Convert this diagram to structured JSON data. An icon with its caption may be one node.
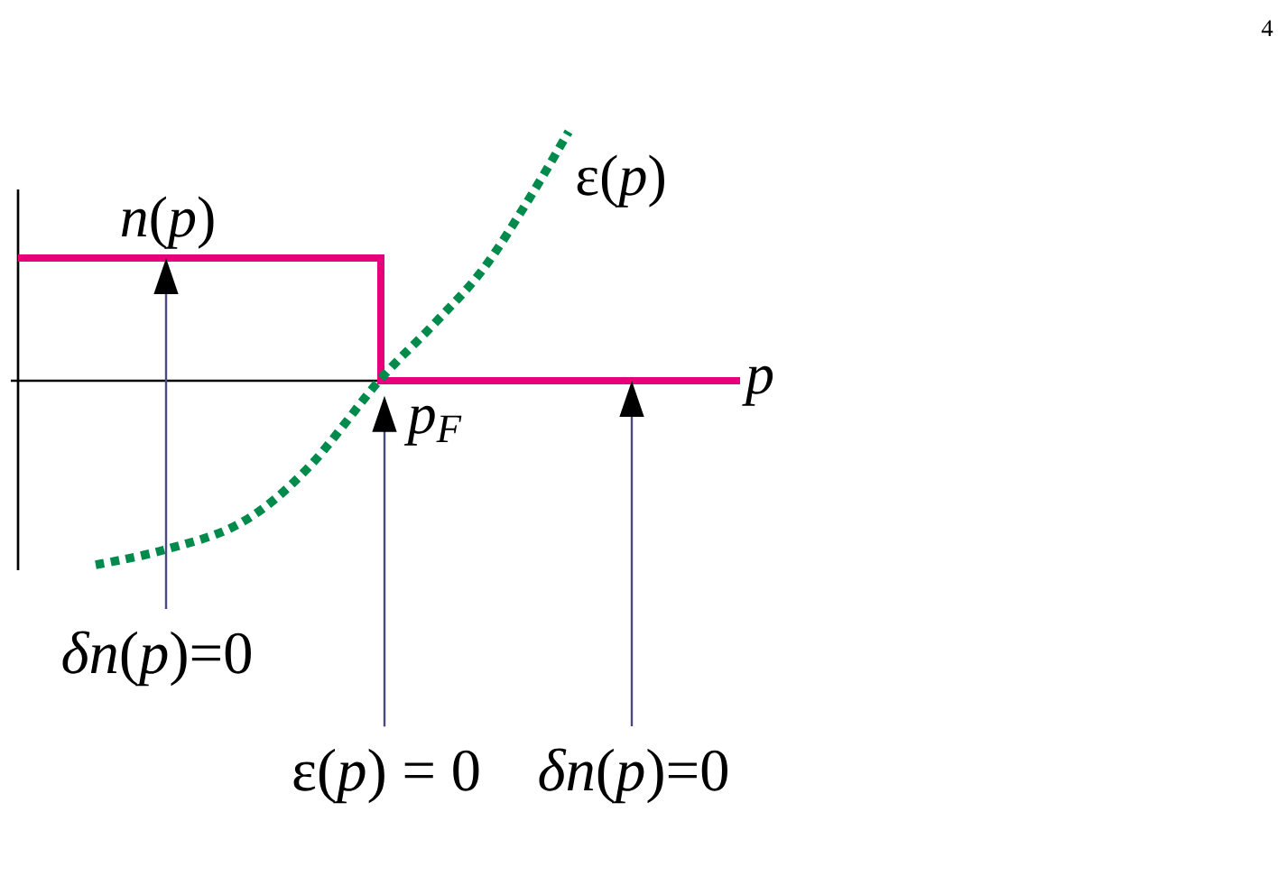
{
  "diagram": {
    "nodes": [
      {
        "text": [
          "p$_{F}$"
        ]
      },
      {
        "text": [
          "*δn*(*p*)=0"
        ]
      },
      {
        "text": [
          "ε(*p*) = 0"
        ]
      },
      {
        "text": [
          "*δn*(*p*)=0"
        ]
      }
    ],
    "edges": [
      {
        "from": 1,
        "to": null,
        "arrow": "to"
      },
      {
        "from": 2,
        "to": 0,
        "arrow": "to"
      },
      {
        "from": 3,
        "to": null,
        "arrow": "to"
      }
    ],
    "labels": [
      "4",
      "*n*(*p*)",
      "ε(*p*)",
      "p"
    ]
  }
}
